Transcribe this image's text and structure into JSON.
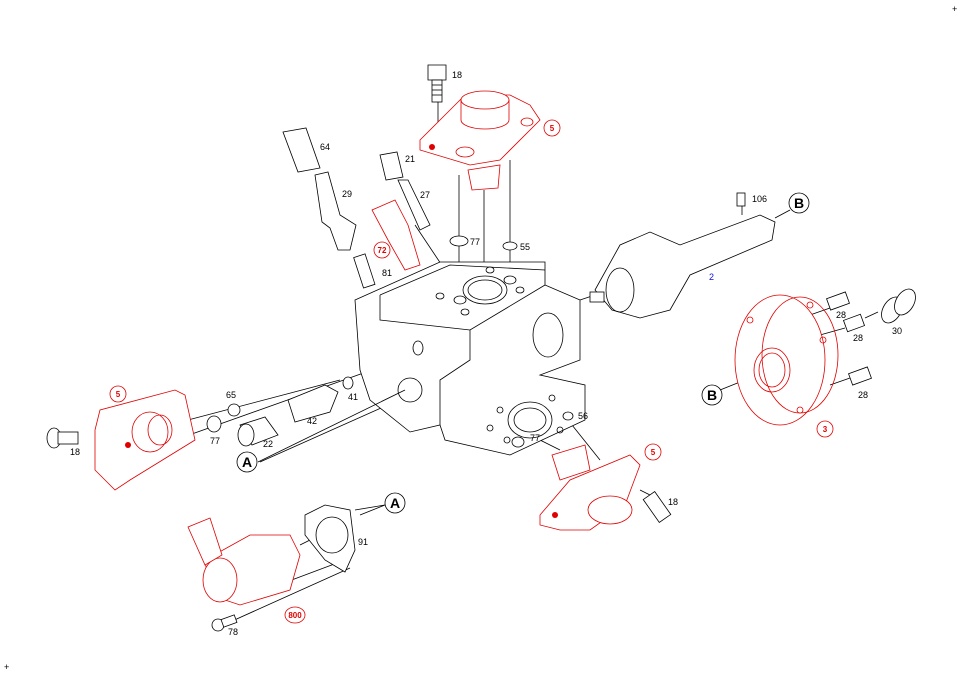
{
  "colors": {
    "line": "#000000",
    "highlight": "#e00000",
    "accent": "#1010e0"
  },
  "labels": {
    "p18_top": "18",
    "p64": "64",
    "p21": "21",
    "p29": "29",
    "p27": "27",
    "p72": "72",
    "p77_top": "77",
    "p55_top": "55",
    "p81": "81",
    "p5_top": "5",
    "p106": "106",
    "p2": "2",
    "p28_a": "28",
    "p28_b": "28",
    "p30": "30",
    "p28_c": "28",
    "p3": "3",
    "p5_left": "5",
    "p65": "65",
    "p41": "41",
    "p42": "42",
    "p77_left": "77",
    "p22": "22",
    "p18_left": "18",
    "p56": "56",
    "p77_bottom": "77",
    "p5_bottom": "5",
    "p18_bottom": "18",
    "p91": "91",
    "p800": "800",
    "p78": "78"
  },
  "callouts": {
    "a1": "A",
    "a2": "A",
    "b1": "B",
    "b2": "B"
  },
  "corner_marks": {
    "top_right": "+",
    "bottom_left": "+"
  }
}
